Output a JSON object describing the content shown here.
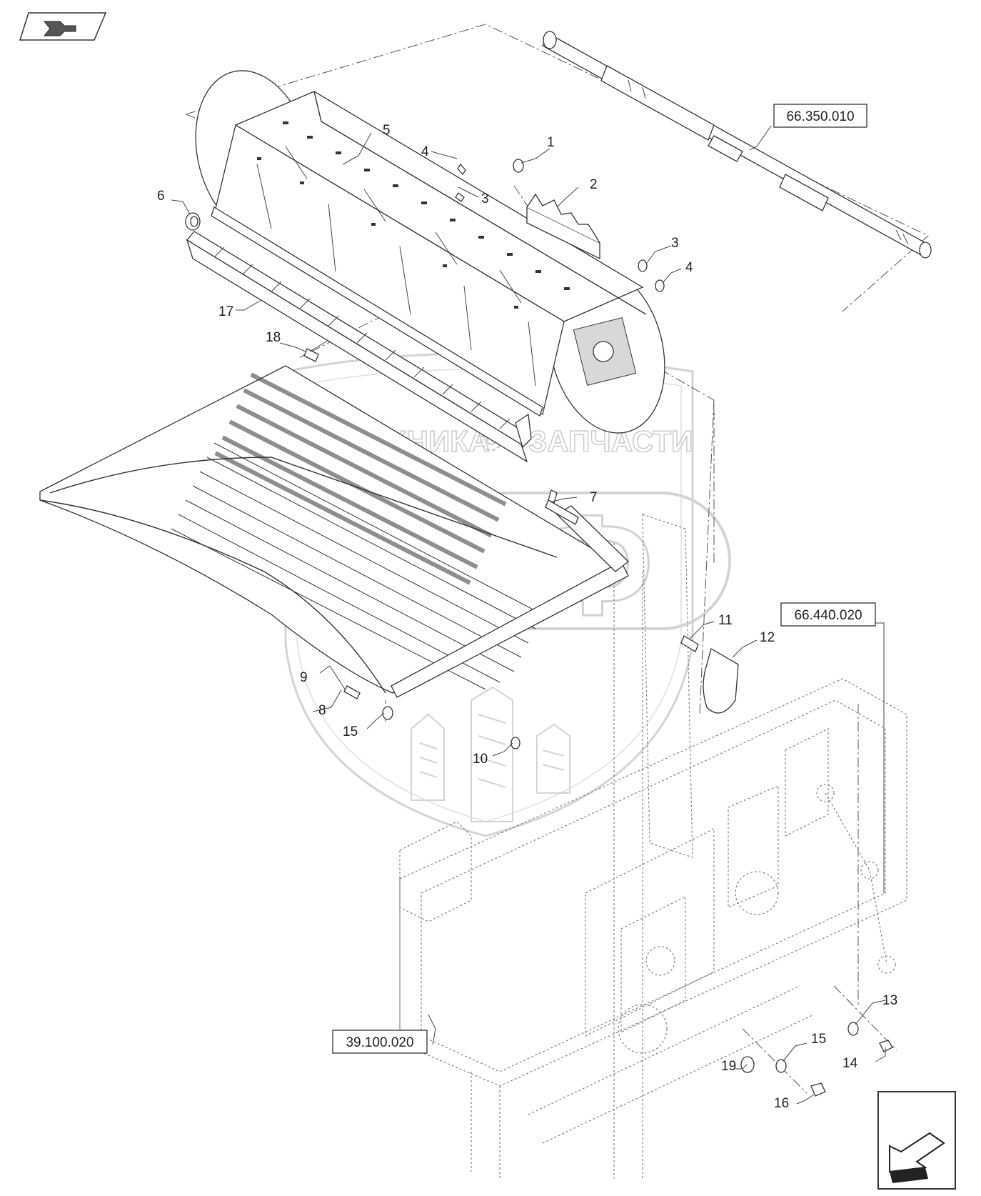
{
  "callouts": {
    "c1": "1",
    "c2": "2",
    "c3a": "3",
    "c3b": "3",
    "c4a": "4",
    "c4b": "4",
    "c5": "5",
    "c6": "6",
    "c7": "7",
    "c8": "8",
    "c9": "9",
    "c10": "10",
    "c11": "11",
    "c12": "12",
    "c13": "13",
    "c14": "14",
    "c15a": "15",
    "c15b": "15",
    "c16": "16",
    "c17": "17",
    "c18": "18",
    "c19": "19"
  },
  "references": {
    "ref1": "66.350.010",
    "ref2": "66.440.020",
    "ref3": "39.100.020"
  },
  "watermark": {
    "left": "ТЕХНИКА",
    "right": "ЗАПЧАСТИ",
    "logo": "ЭПФ"
  },
  "icons": {
    "top_nav": "back-arrow-icon",
    "bottom_nav": "next-arrow-icon",
    "watermark_gear": "gear-icon"
  }
}
